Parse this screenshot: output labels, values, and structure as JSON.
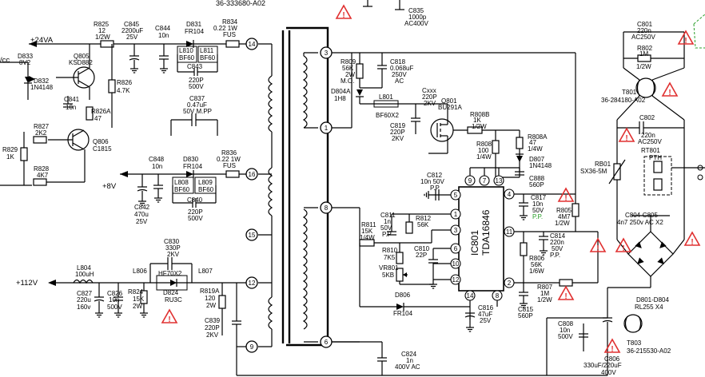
{
  "top_label": "36-333680-A02",
  "rails": {
    "v24": "+24VA",
    "v8": "+8V",
    "v112": "+112V",
    "vcc": "/cc"
  },
  "colors": {
    "ink": "#000000",
    "warning": "#e03030",
    "note_green": "#2aa02a"
  },
  "labels": {
    "r825": [
      "R825",
      "12",
      "1/2W"
    ],
    "c845": [
      "C845",
      "2200uF",
      "25V"
    ],
    "c844": [
      "C844",
      "10n"
    ],
    "d831": [
      "D831",
      "FR104"
    ],
    "r834": [
      "R834",
      "0.22 1W",
      "FUS"
    ],
    "l810": [
      "L810",
      "BF60"
    ],
    "l811": [
      "L811",
      "BF60"
    ],
    "c843": [
      "C843",
      "220P",
      "500V"
    ],
    "c835": [
      "C835",
      "1000p",
      "AC400V"
    ],
    "d833": [
      "D833",
      "8V2"
    ],
    "q805": [
      "Q805",
      "KSD882"
    ],
    "d832": [
      "D832",
      "1N4148"
    ],
    "r826": [
      "R826",
      "4.7K"
    ],
    "c841": [
      "C841",
      "10n"
    ],
    "r826a": [
      "R826A",
      "47"
    ],
    "r827": [
      "R827",
      "2K2"
    ],
    "r829": [
      "R829",
      "1K"
    ],
    "q806": [
      "Q806",
      "C1815"
    ],
    "r828": [
      "R828",
      "4K7"
    ],
    "c837": [
      "C837",
      "0.47uF",
      "50V  M.PP"
    ],
    "c848": [
      "C848",
      "10n"
    ],
    "d830": [
      "D830",
      "FR104"
    ],
    "r836": [
      "R836",
      "0.22 1W",
      "FUS"
    ],
    "l808": [
      "L808",
      "BF60"
    ],
    "l809": [
      "L809",
      "BF60"
    ],
    "c842": [
      "C842",
      "470u",
      "25V"
    ],
    "c840": [
      "C840",
      "220P",
      "500V"
    ],
    "c830": [
      "C830",
      "330P",
      "2KV"
    ],
    "l806": [
      "L806"
    ],
    "hf70x2": [
      "HF70X2"
    ],
    "l807": [
      "L807"
    ],
    "l804": [
      "L804",
      "100uH"
    ],
    "c827": [
      "C827",
      "220u",
      "160v"
    ],
    "c826": [
      "C826",
      "10n",
      "500V"
    ],
    "r824": [
      "R824",
      "15K",
      "2W"
    ],
    "d824": [
      "D824",
      "RU3C"
    ],
    "r819a": [
      "R819A",
      "120",
      "2W"
    ],
    "c839": [
      "C839",
      "220P",
      "2KV"
    ],
    "r809": [
      "R809",
      "56K",
      "2W",
      "M.O."
    ],
    "c818": [
      "C818",
      "0.068uF",
      "250V",
      "AC"
    ],
    "d804a": [
      "D804A",
      "1H8"
    ],
    "l801": [
      "L801",
      "BF60X2"
    ],
    "cxxx": [
      "Cxxx",
      "220P",
      "2KV"
    ],
    "q801": [
      "Q801",
      "BU291A"
    ],
    "r808b": [
      "R808B",
      "1K",
      "1/2W"
    ],
    "c819": [
      "C819",
      "220P",
      "2KV"
    ],
    "r808": [
      "R808",
      "100",
      "1/4W"
    ],
    "r808a": [
      "R808A",
      "47",
      "1/4W"
    ],
    "d807": [
      "D807",
      "1N4148"
    ],
    "c888": [
      "C888",
      "560P"
    ],
    "c812": [
      "C812",
      "10n 50V",
      "P.P"
    ],
    "c817": [
      "C817",
      "10n",
      "50V"
    ],
    "c817_pp": "P.P.",
    "r805": [
      "R805",
      "4M7",
      "1/2W"
    ],
    "c811": [
      "C811",
      "1n",
      "50V",
      "P.P"
    ],
    "r812": [
      "R812",
      "56K"
    ],
    "r811": [
      "R811",
      "15K",
      "1/4W"
    ],
    "c814": [
      "C814",
      "220n",
      "50V",
      "P.P."
    ],
    "r810": [
      "R810",
      "7K5"
    ],
    "vr801": [
      "VR801",
      "5KB"
    ],
    "c810": [
      "C810",
      "22P"
    ],
    "r806": [
      "R806",
      "56K",
      "1/6W"
    ],
    "r807": [
      "R807",
      "1M",
      "1/2W"
    ],
    "d806": [
      "D806",
      "FR104"
    ],
    "c816": [
      "C816",
      "47uF",
      "25V"
    ],
    "c815": [
      "C815",
      "560P"
    ],
    "c824": [
      "C824",
      "1n",
      "400V  AC"
    ],
    "c801": [
      "C801",
      "220n",
      "AC250V"
    ],
    "r802": [
      "R802",
      "1M",
      "1/2W"
    ],
    "t801": [
      "T801",
      "36-284180-A02"
    ],
    "c802": [
      "C802",
      "220n",
      "AC250V"
    ],
    "rt801": [
      "RT801",
      "PTH"
    ],
    "rb01": [
      "RB01",
      "SX36-5M"
    ],
    "c804_805": [
      "C804-C805",
      "4n7 250v AC X2"
    ],
    "d801_804": [
      "D801-D804",
      "RL255 X4"
    ],
    "c808": [
      "C808",
      "10n",
      "500V"
    ],
    "c806": [
      "C806",
      "330uF/220uF",
      "400V"
    ],
    "t803": [
      "T803",
      "36-215530-A02"
    ]
  },
  "ic": {
    "ref": "IC801",
    "part": "TDA16846"
  },
  "ic_pins": [
    "1",
    "2",
    "3",
    "4",
    "5",
    "6",
    "7",
    "8",
    "9",
    "10",
    "11",
    "12",
    "13",
    "14"
  ],
  "transformer_pins": [
    "14",
    "16",
    "15",
    "12",
    "9",
    "3",
    "1",
    "8",
    "6"
  ],
  "warning_symbol": "!"
}
